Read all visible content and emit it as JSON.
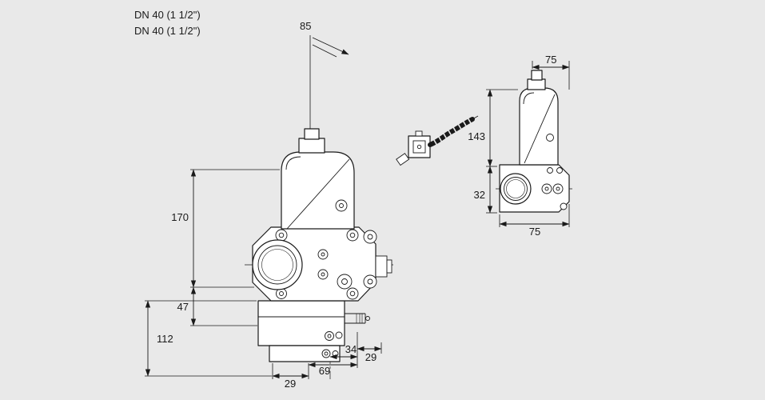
{
  "page": {
    "background": "#e9e9e9",
    "ink": "#1a1a1a",
    "description": "Dimensional technical drawing of a gas valve with actuator, side view and cable connector"
  },
  "annotations": {
    "dn_line1": "DN 40 (1 1/2\")",
    "dn_line2": "DN 40 (1 1/2\")"
  },
  "dimensions_main_view": {
    "actuator_width": "85",
    "upper_height": "170",
    "port_height": "47",
    "lower_height": "112",
    "bottom_left_width": "29",
    "bottom_width": "69",
    "tap_offset": "34",
    "tap_offset_right": "29"
  },
  "dimensions_side_view": {
    "top_width": "75",
    "upper_height": "143",
    "lower_height": "32",
    "bottom_width": "75"
  }
}
